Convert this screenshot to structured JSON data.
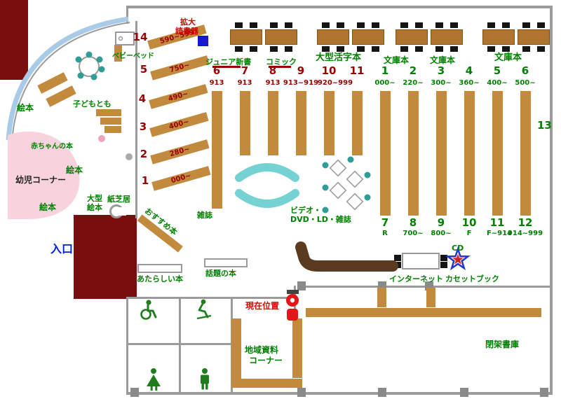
{
  "labels": {
    "entrance": "入口",
    "magnifier_l1": "拡大",
    "magnifier_l2": "読書器",
    "baby_bed": "ベビーベッド",
    "kodomotomo": "子どもとも",
    "ehon_left": "絵本",
    "baby_books": "赤ちゃんの本",
    "ehon_mid": "絵本",
    "infant_corner": "幼児コーナー",
    "ehon_bottom": "絵本",
    "large_ehon_l1": "大型",
    "large_ehon_l2": "絵本",
    "kamishibai": "紙芝居",
    "recommended": "おすすめ本",
    "junior_shinsho": "ジュニア新書",
    "comic": "コミック",
    "large_print": "大型活字本",
    "bunko_1": "文庫本",
    "bunko_2": "文庫本",
    "bunko_3": "文庫本",
    "zasshi": "雑誌",
    "video_l1": "ビデオ・",
    "video_l2": "DVD・LD・雑誌",
    "area13": "13",
    "new_books": "あたらしい本",
    "topic_books": "話題の本",
    "current_location": "現在位置",
    "internet": "インターネット",
    "cd": "CD",
    "cassette_book": "カセットブック",
    "local_l1": "地域資料",
    "local_l2": "コーナー",
    "closed_stacks": "閉架書庫"
  },
  "diag": {
    "nums": [
      "14",
      "5",
      "4",
      "3",
      "2",
      "1"
    ],
    "ranges": [
      "590~599",
      "750~",
      "490~",
      "400~",
      "280~",
      "000~"
    ]
  },
  "red_cols": {
    "nums": [
      "6",
      "7",
      "8",
      "9",
      "10",
      "11"
    ],
    "ranges": [
      "913",
      "913",
      "913",
      "913~919",
      "920~999"
    ]
  },
  "green_top": {
    "nums": [
      "1",
      "2",
      "3",
      "4",
      "5",
      "6"
    ],
    "ranges": [
      "000~",
      "220~",
      "300~",
      "360~",
      "400~",
      "500~"
    ]
  },
  "green_bottom": {
    "nums": [
      "7",
      "8",
      "9",
      "10",
      "11",
      "12"
    ],
    "ranges": [
      "R",
      "700~",
      "800~",
      "F",
      "F~914",
      "914~999"
    ]
  }
}
